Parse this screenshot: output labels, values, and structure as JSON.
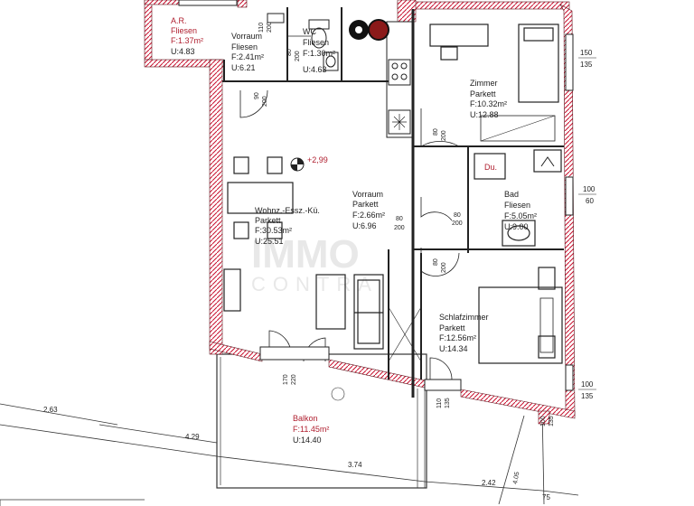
{
  "rooms": {
    "ar": {
      "name": "A.R.",
      "floor": "Fliesen",
      "area": "F:1.37m²",
      "perimeter": "U:4.83"
    },
    "vorraum1": {
      "name": "Vorraum",
      "floor": "Fliesen",
      "area": "F:2.41m²",
      "perimeter": "U:6.21"
    },
    "wc": {
      "name": "WC",
      "floor": "Fliesen",
      "area": "F:1.30m²",
      "perimeter": "U:4.63"
    },
    "zimmer": {
      "name": "Zimmer",
      "floor": "Parkett",
      "area": "F:10.32m²",
      "perimeter": "U:12.88"
    },
    "wohn": {
      "name": "Wohnz.-Essz.-Kü.",
      "floor": "Parkett",
      "area": "F:30.53m²",
      "perimeter": "U:25.51"
    },
    "vorraum2": {
      "name": "Vorraum",
      "floor": "Parkett",
      "area": "F:2.66m²",
      "perimeter": "U:6.96"
    },
    "bad": {
      "name": "Bad",
      "floor": "Fliesen",
      "area": "F:5.05m²",
      "perimeter": "U:9.00"
    },
    "schlaf": {
      "name": "Schlafzimmer",
      "floor": "Parkett",
      "area": "F:12.56m²",
      "perimeter": "U:14.34"
    },
    "balkon": {
      "name": "Balkon",
      "area": "F:11.45m²",
      "perimeter": "U:14.40"
    }
  },
  "labels": {
    "level": "+2,99",
    "dusche": "Du.",
    "watermark_top": "IMMO",
    "watermark_bottom": "CONTRA"
  },
  "door_dims": [
    {
      "top": "110",
      "bottom": "200"
    },
    {
      "top": "80",
      "bottom": "200"
    },
    {
      "top": "90",
      "bottom": "200"
    },
    {
      "top": "80",
      "bottom": "200"
    },
    {
      "top": "80",
      "bottom": "200"
    },
    {
      "top": "80",
      "bottom": "200"
    },
    {
      "top": "80",
      "bottom": "200"
    },
    {
      "top": "170",
      "bottom": "220"
    },
    {
      "top": "110",
      "bottom": "135"
    }
  ],
  "window_dims": [
    {
      "top": "150",
      "bottom": "135"
    },
    {
      "top": "100",
      "bottom": "60"
    },
    {
      "top": "100",
      "bottom": "135"
    },
    {
      "top": "100",
      "bottom": "135"
    }
  ],
  "dimensions": [
    "2.63",
    "4.29",
    "3.74",
    "2.42",
    "4.05",
    "75"
  ]
}
